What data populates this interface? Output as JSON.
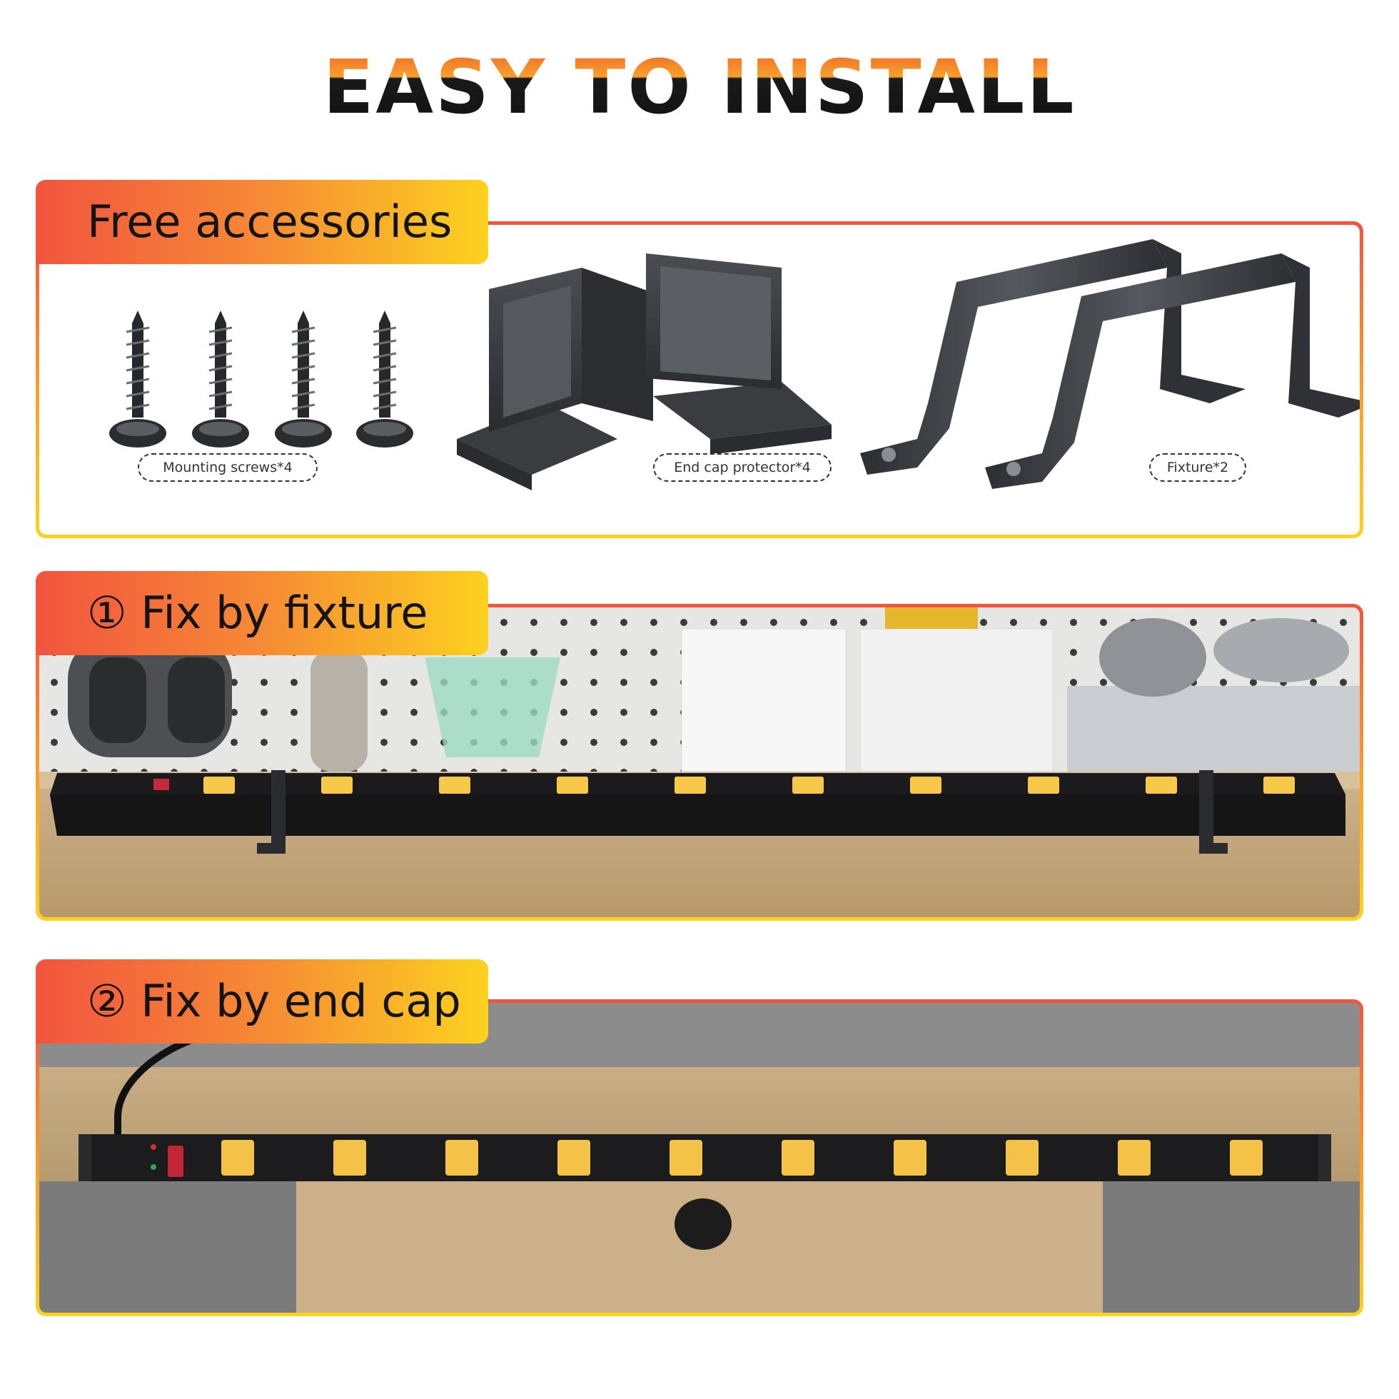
{
  "header": {
    "title": "EASY TO INSTALL"
  },
  "accessories": {
    "heading": "Free accessories",
    "items": [
      {
        "caption": "Mounting screws*4"
      },
      {
        "caption": "End cap protector*4"
      },
      {
        "caption": "Fixture*2"
      }
    ]
  },
  "method1": {
    "heading": "① Fix by fixture"
  },
  "method2": {
    "heading": "② Fix by end cap"
  },
  "colors": {
    "accent_red": "#f2543f",
    "accent_orange": "#f7a12b",
    "accent_yellow": "#fcd21f",
    "outlet_yellow": "#f7c84a",
    "strip_black": "#1b1b1d"
  },
  "icons": [
    "screw-icon",
    "end-cap-icon",
    "fixture-bracket-icon",
    "power-strip-icon",
    "outlet-icon",
    "power-switch-icon"
  ]
}
